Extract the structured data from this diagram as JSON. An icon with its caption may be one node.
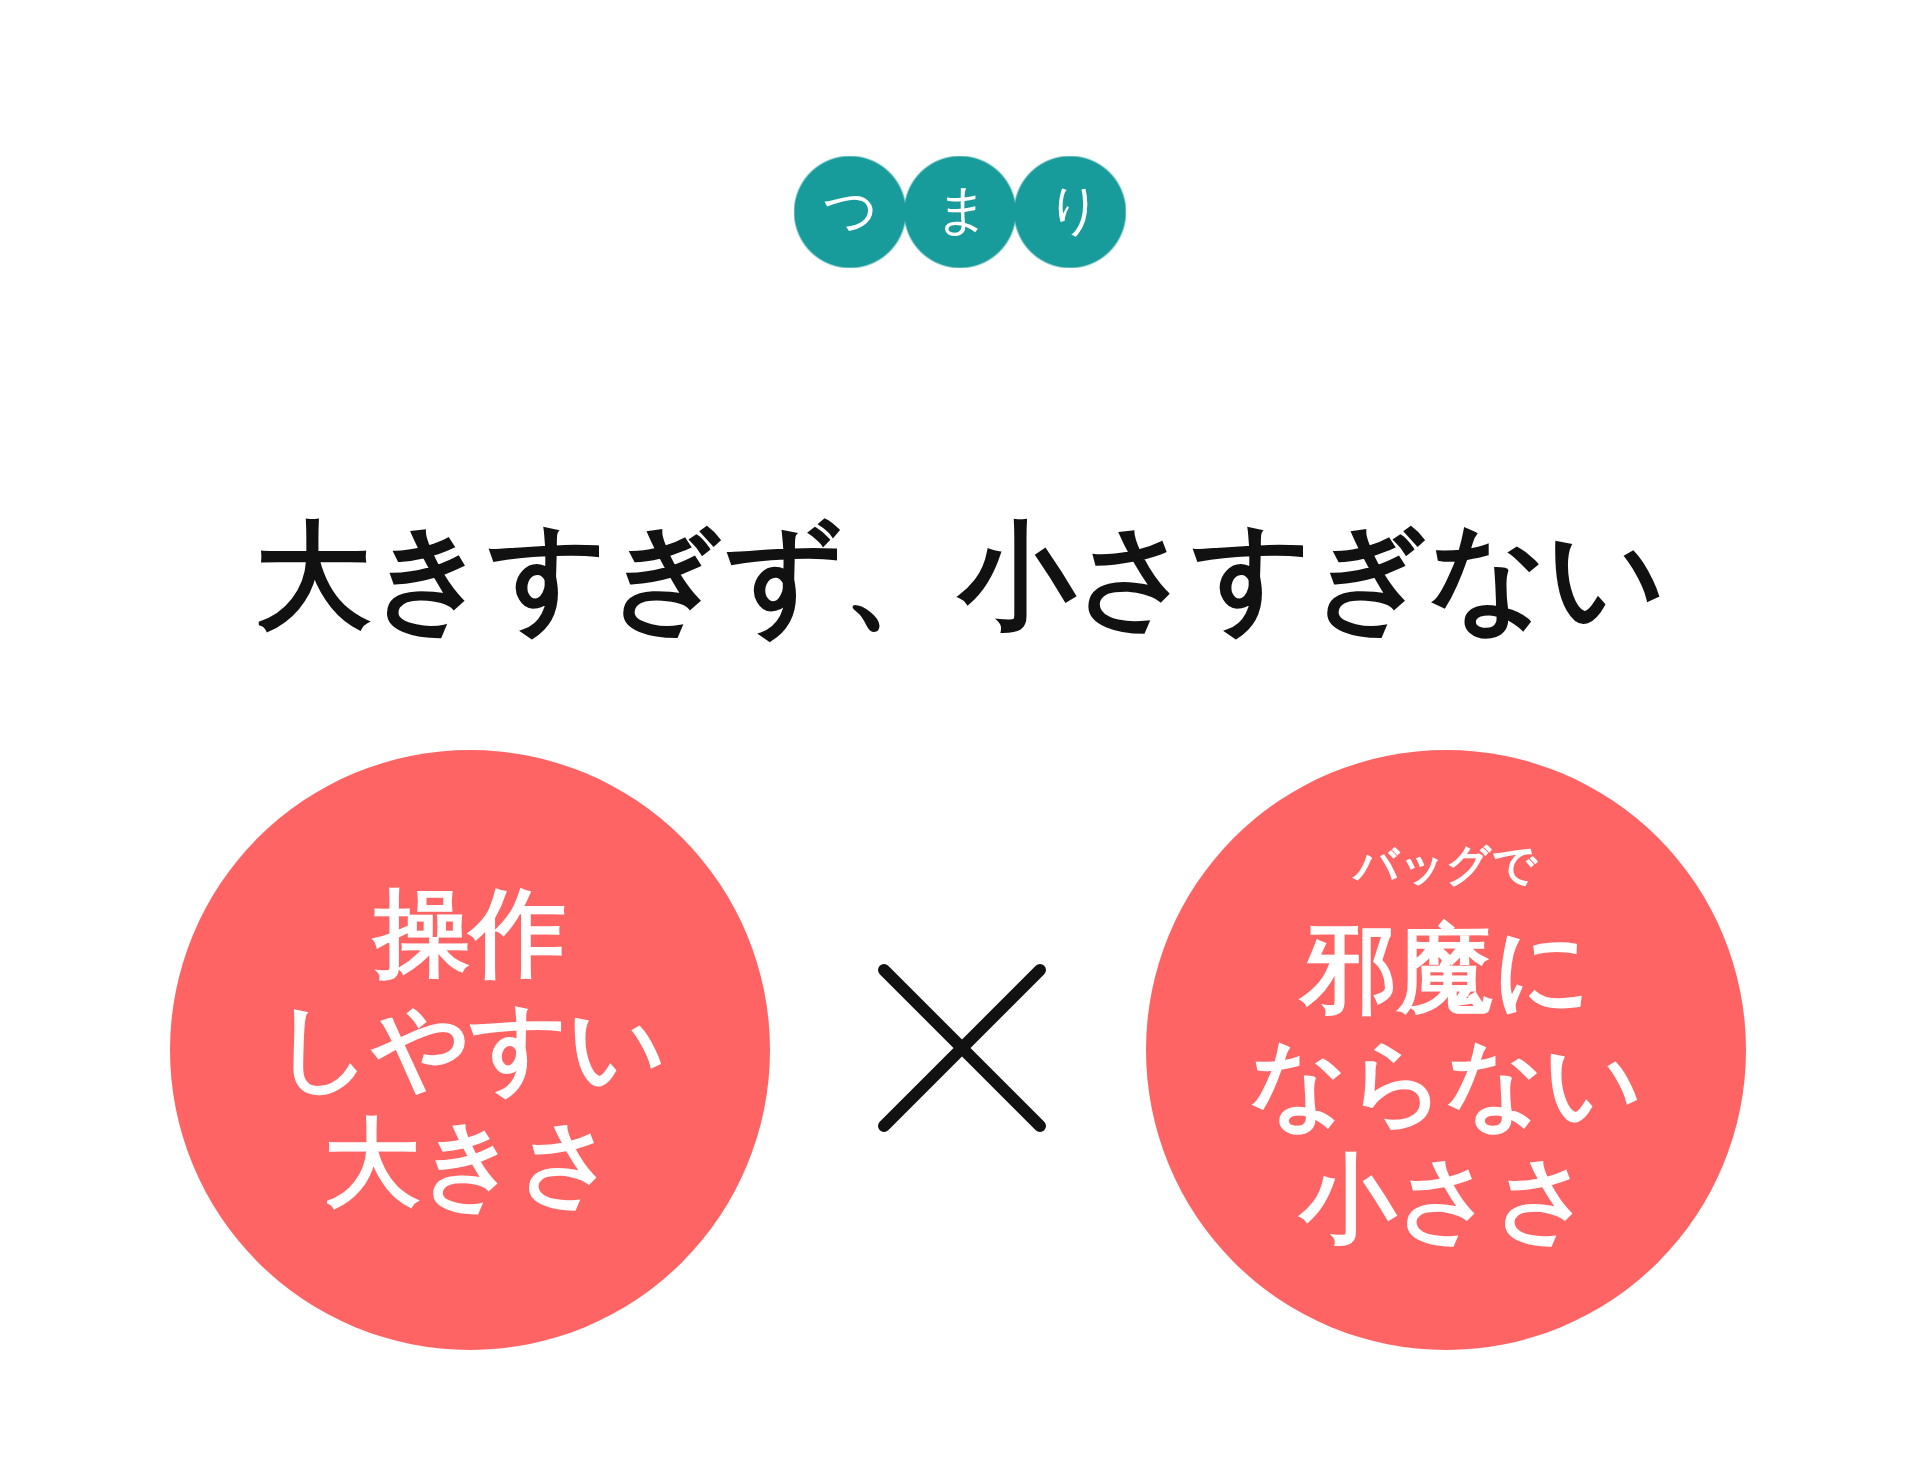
{
  "diagram": {
    "title": "大きすぎず、小さすぎない",
    "nodes": [
      {
        "text": [
          "つまり"
        ]
      },
      {
        "text": [
          "操作しやすい大きさ"
        ]
      },
      {
        "text": [
          "バッグで",
          "邪魔にならない小ささ"
        ]
      }
    ]
  }
}
